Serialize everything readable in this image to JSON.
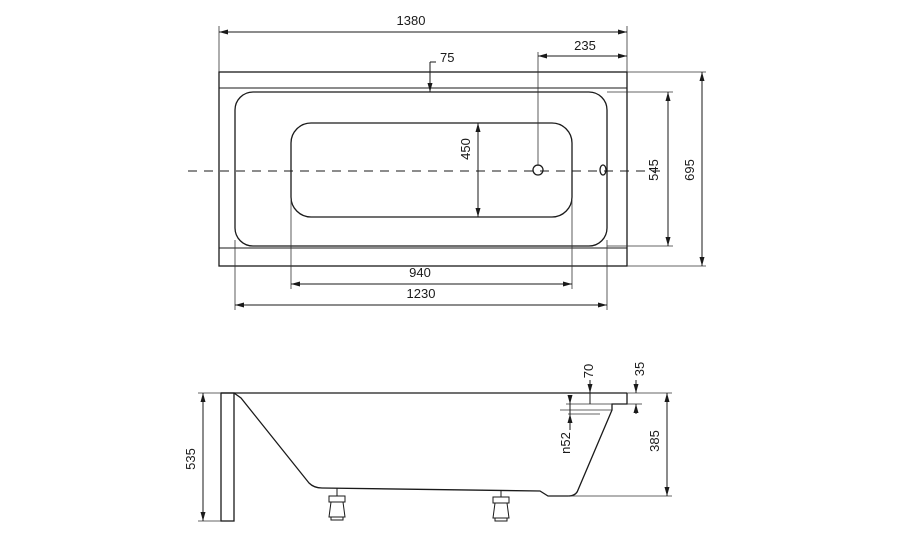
{
  "top_view": {
    "dims": {
      "overall_length": "1380",
      "overflow_offset": "75",
      "drain_offset": "235",
      "inner_width": "450",
      "bath_width": "545",
      "overall_width": "695",
      "bottom_length": "940",
      "inner_length": "1230"
    }
  },
  "side_view": {
    "dims": {
      "total_height": "535",
      "overflow_height": "70",
      "rim_thickness": "35",
      "overflow_diameter": "n52",
      "depth": "385"
    }
  }
}
